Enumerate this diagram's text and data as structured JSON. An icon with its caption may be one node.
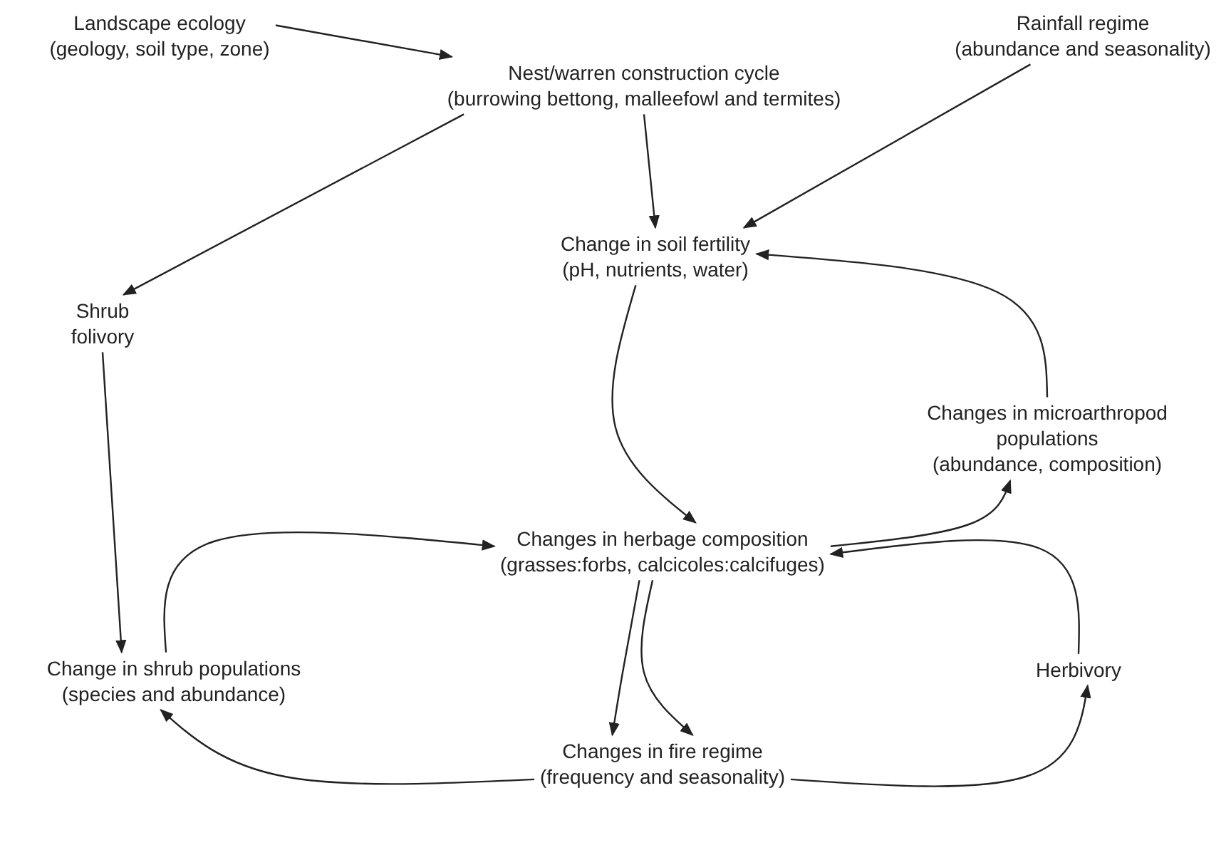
{
  "diagram": {
    "nodes": [
      {
        "text": [
          "Landscape ecology",
          "(geology, soil type, zone)"
        ]
      },
      {
        "text": [
          "Nest/warren construction cycle",
          "(burrowing bettong, malleefowl and termites)"
        ]
      },
      {
        "text": [
          "Rainfall regime",
          "(abundance and seasonality)"
        ]
      },
      {
        "text": [
          "Shrub folivory"
        ]
      },
      {
        "text": [
          "Change in soil fertility",
          "(pH, nutrients, water)"
        ]
      },
      {
        "text": [
          "Changes in microarthropod populations",
          "(abundance, composition)"
        ]
      },
      {
        "text": [
          "Changes in herbage composition",
          "(grasses:forbs, calcicoles:calcifuges)"
        ]
      },
      {
        "text": [
          "Change in shrub populations",
          "(species and abundance)"
        ]
      },
      {
        "text": [
          "Herbivory"
        ]
      },
      {
        "text": [
          "Changes in fire regime",
          "(frequency and seasonality)"
        ]
      }
    ],
    "edges": [
      {
        "from": 0,
        "to": 1,
        "arrow": "to"
      },
      {
        "from": 1,
        "to": 3,
        "arrow": "to"
      },
      {
        "from": 1,
        "to": 4,
        "arrow": "to"
      },
      {
        "from": 2,
        "to": 4,
        "arrow": "to"
      },
      {
        "from": 3,
        "to": 7,
        "arrow": "to"
      },
      {
        "from": 4,
        "to": 6,
        "arrow": "to"
      },
      {
        "from": 6,
        "to": 5,
        "arrow": "to"
      },
      {
        "from": 5,
        "to": 4,
        "arrow": "to"
      },
      {
        "from": 7,
        "to": 6,
        "arrow": "to"
      },
      {
        "from": 6,
        "to": 9,
        "arrow": "to"
      },
      {
        "from": 6,
        "to": 9,
        "arrow": "to"
      },
      {
        "from": 9,
        "to": 7,
        "arrow": "to"
      },
      {
        "from": 9,
        "to": 8,
        "arrow": "to"
      },
      {
        "from": 8,
        "to": 6,
        "arrow": "to"
      }
    ]
  }
}
